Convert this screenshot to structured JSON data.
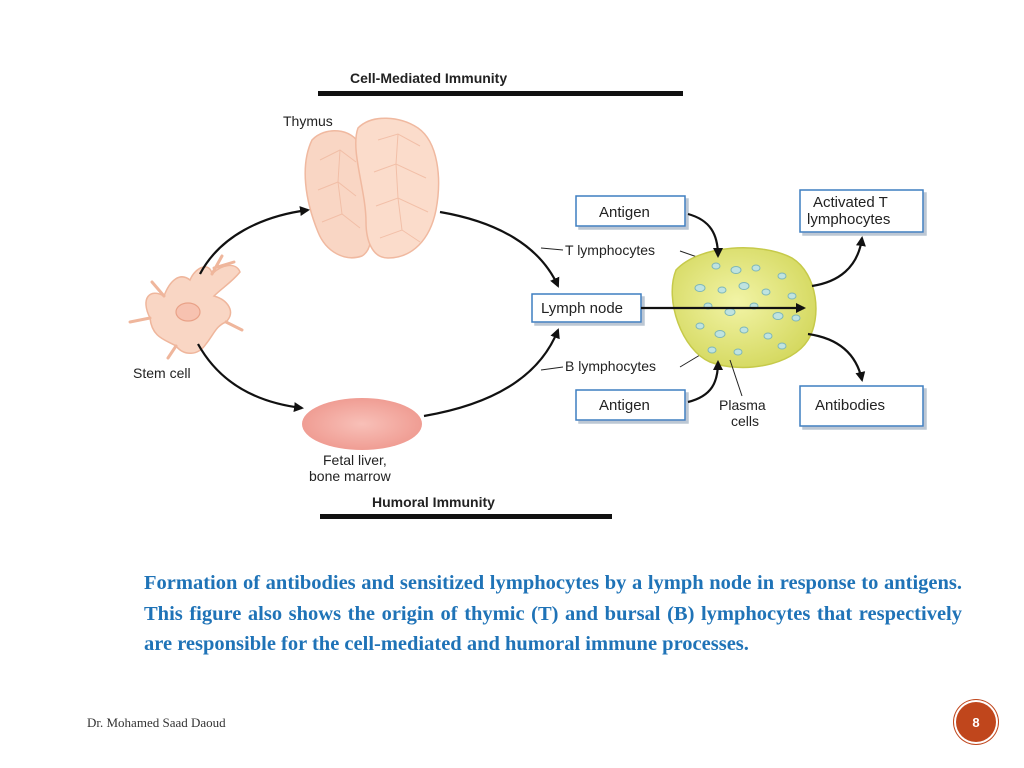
{
  "diagram": {
    "cell_mediated_title": "Cell-Mediated Immunity",
    "humoral_title": "Humoral Immunity",
    "thymus_label": "Thymus",
    "stem_cell_label": "Stem cell",
    "fetal_liver_label_line1": "Fetal liver,",
    "fetal_liver_label_line2": "bone marrow",
    "t_lymphocytes_label": "T lymphocytes",
    "b_lymphocytes_label": "B lymphocytes",
    "lymph_node_box": "Lymph node",
    "antigen_top_box": "Antigen",
    "antigen_bottom_box": "Antigen",
    "activated_t_line1": "Activated T",
    "activated_t_line2": "lymphocytes",
    "antibodies_box": "Antibodies",
    "plasma_cells_line1": "Plasma",
    "plasma_cells_line2": "cells"
  },
  "colors": {
    "caption_text": "#1f73b7",
    "box_border": "#3d7fc1",
    "thymus_fill": "#f9d6c4",
    "fetal_liver_fill": "#f4a8a0",
    "lymph_node_fill": "#dfe37a",
    "page_badge": "#c0461c"
  },
  "caption": "Formation of antibodies and sensitized lymphocytes by a lymph node in response to antigens. This figure also shows the origin of thymic (T) and bursal (B) lymphocytes that respectively are responsible for the cell-mediated and humoral immune processes.",
  "footer": {
    "author": "Dr. Mohamed Saad Daoud",
    "page_number": "8"
  }
}
